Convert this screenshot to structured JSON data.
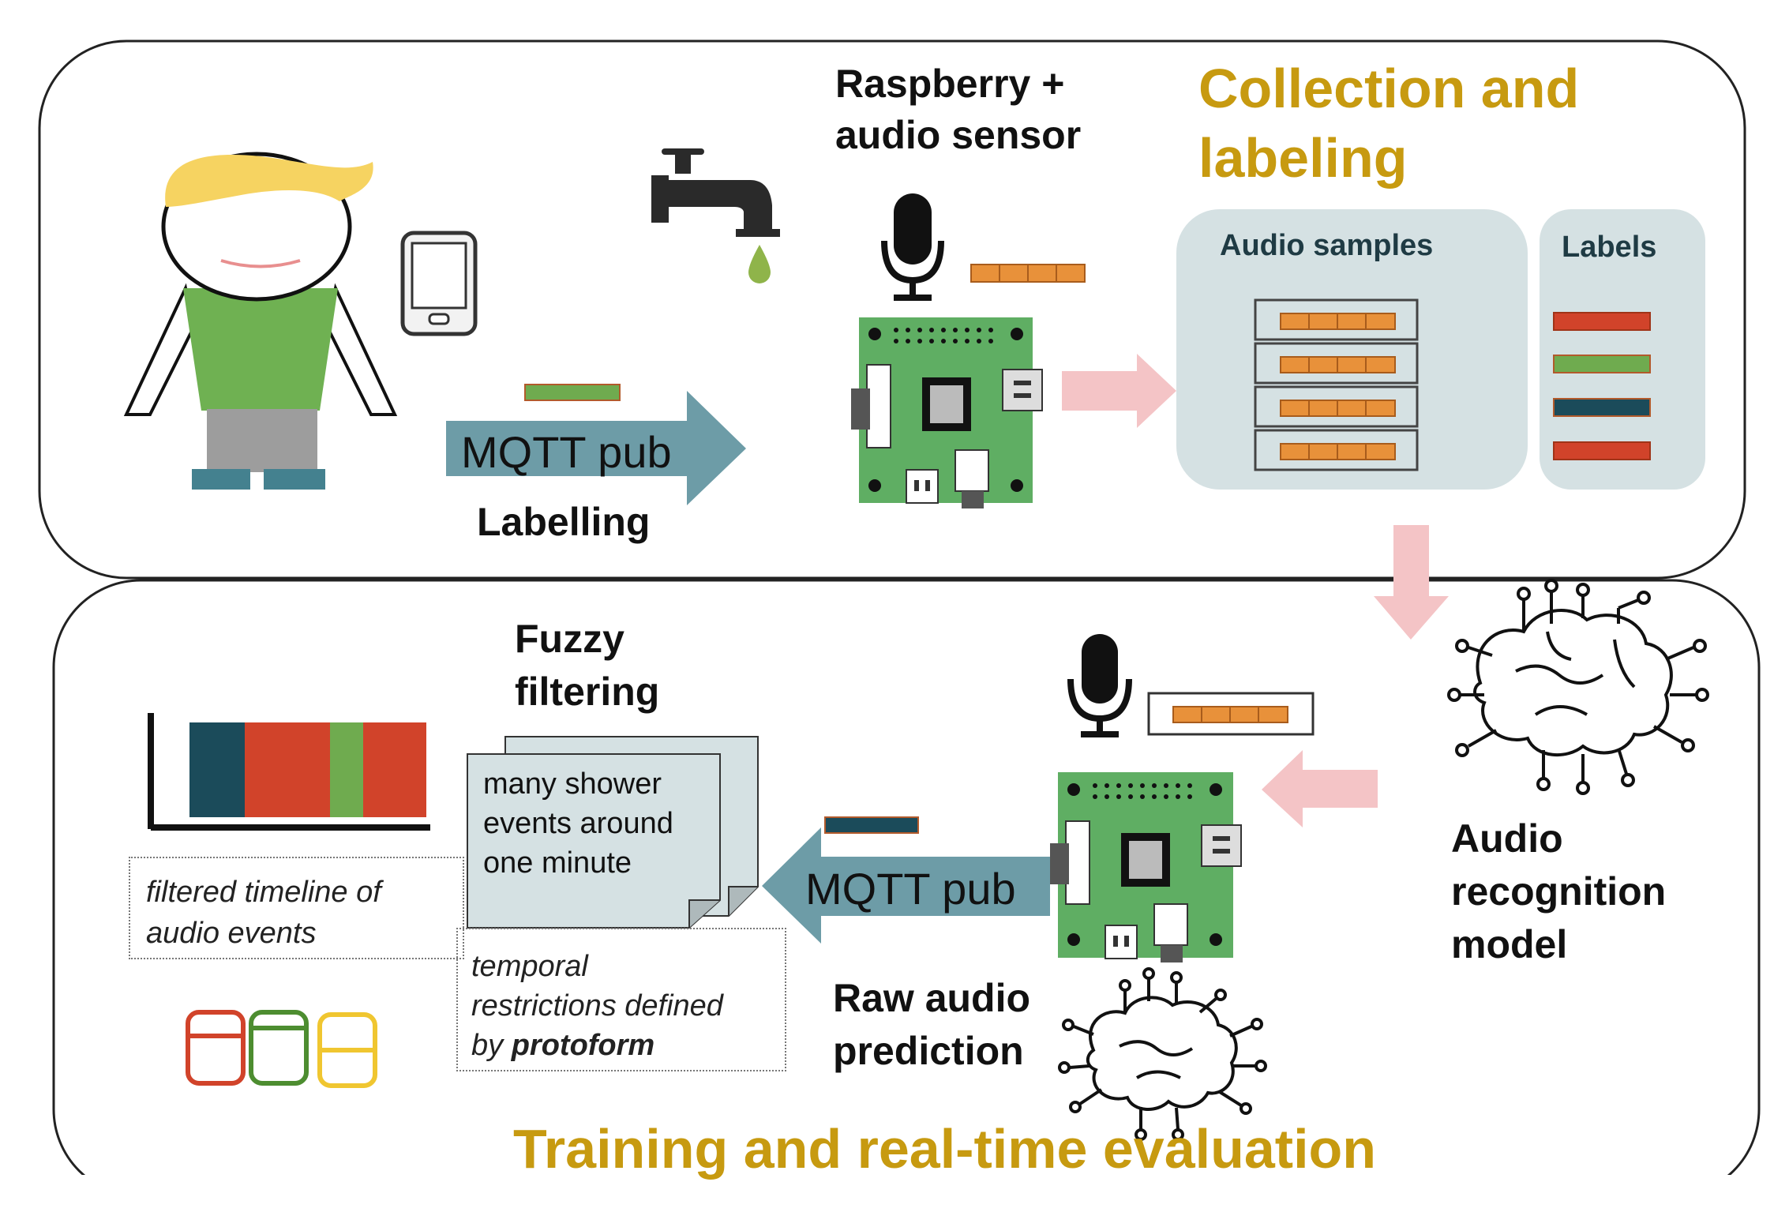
{
  "sections": {
    "collection": [
      "Collection and",
      "labeling"
    ],
    "training": "Training and real-time evaluation"
  },
  "labels": {
    "raspberry": [
      "Raspberry +",
      "audio sensor"
    ],
    "audio_samples": "Audio samples",
    "labels_header": "Labels",
    "mqtt_pub_top": "MQTT pub",
    "labelling": "Labelling",
    "fuzzy": [
      "Fuzzy",
      "filtering"
    ],
    "mqtt_pub_bottom": "MQTT pub",
    "audio_model": [
      "Audio",
      "recognition",
      "model"
    ],
    "raw_prediction": [
      "Raw audio",
      "prediction"
    ]
  },
  "notes": {
    "fuzzy_doc": [
      "many shower",
      "events around",
      "one minute"
    ],
    "timeline": [
      "filtered timeline of",
      "audio events"
    ],
    "temporal": [
      "temporal",
      "restrictions defined",
      "by "
    ],
    "temporal_bold": "protoform"
  },
  "colors": {
    "accent": "#c79a10",
    "arrow_teal": "#6d9ca7",
    "arrow_pink": "#f4c4c6",
    "board_green": "#5fae63",
    "audio_orange": "#e8913a",
    "label_red": "#d1432a",
    "label_green": "#6fab4f",
    "label_teal": "#1b4b5a",
    "panel_gray": "#d5e1e3"
  },
  "icons": [
    "person-icon",
    "phone-icon",
    "tap-icon",
    "microphone-icon",
    "raspberry-board-icon",
    "brain-icon",
    "timeline-chart-icon",
    "protoform-icons"
  ]
}
